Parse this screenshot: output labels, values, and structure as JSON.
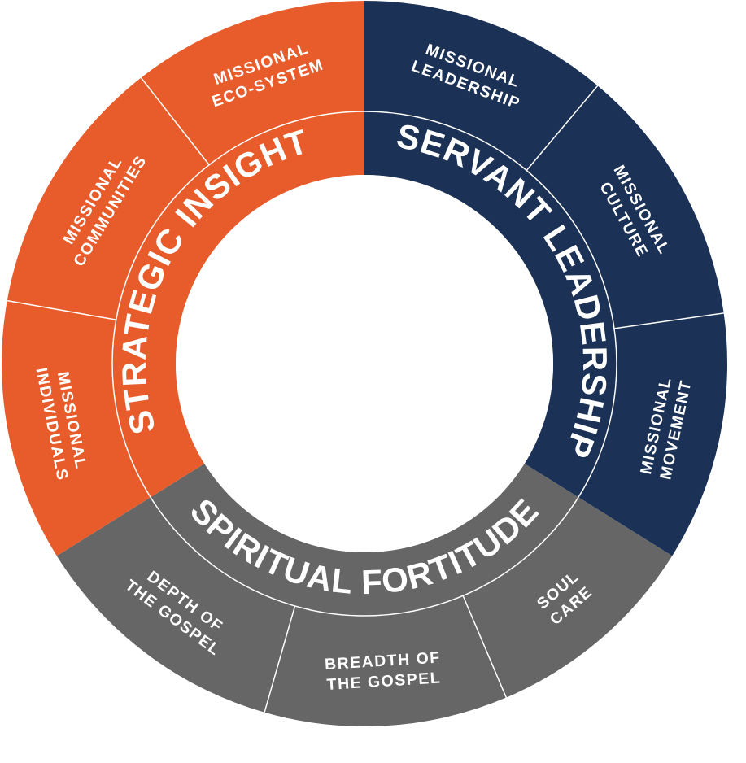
{
  "colors": {
    "orange": "#E85C2B",
    "navy": "#1B3155",
    "gray": "#666666",
    "divider": "#ffffff",
    "background": "#ffffff"
  },
  "inner_ring": [
    {
      "key": "servant",
      "label": "SERVANT LEADERSHIP",
      "color": "navy"
    },
    {
      "key": "spiritual",
      "label": "SPIRITUAL FORTITUDE",
      "color": "gray"
    },
    {
      "key": "strategic",
      "label": "STRATEGIC INSIGHT",
      "color": "orange"
    }
  ],
  "outer_ring": [
    {
      "key": "missional-leadership",
      "lines": [
        "MISSIONAL",
        "LEADERSHIP"
      ],
      "color": "navy"
    },
    {
      "key": "missional-culture",
      "lines": [
        "MISSIONAL",
        "CULTURE"
      ],
      "color": "navy"
    },
    {
      "key": "missional-movement",
      "lines": [
        "MISSIONAL",
        "MOVEMENT"
      ],
      "color": "navy"
    },
    {
      "key": "soul-care",
      "lines": [
        "SOUL",
        "CARE"
      ],
      "color": "gray"
    },
    {
      "key": "breadth-of-the-gospel",
      "lines": [
        "BREADTH OF",
        "THE GOSPEL"
      ],
      "color": "gray"
    },
    {
      "key": "depth-of-the-gospel",
      "lines": [
        "DEPTH OF",
        "THE GOSPEL"
      ],
      "color": "gray"
    },
    {
      "key": "missional-individuals",
      "lines": [
        "MISSIONAL",
        "INDIVIDUALS"
      ],
      "color": "orange"
    },
    {
      "key": "missional-communities",
      "lines": [
        "MISSIONAL",
        "COMMUNITIES"
      ],
      "color": "orange"
    },
    {
      "key": "missional-eco-system",
      "lines": [
        "MISSIONAL",
        "ECO-SYSTEM"
      ],
      "color": "orange"
    }
  ]
}
